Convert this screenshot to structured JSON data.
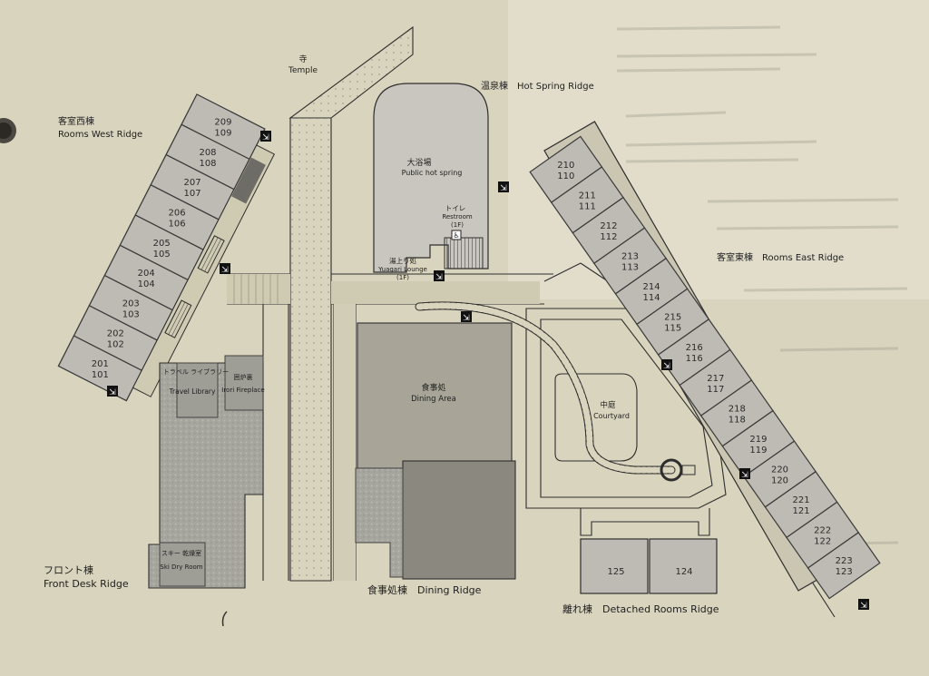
{
  "labels": {
    "temple_jp": "寺",
    "temple_en": "Temple",
    "hot_spring_ridge": "温泉棟　Hot Spring Ridge",
    "west_ridge_jp": "客室西棟",
    "west_ridge_en": "Rooms West Ridge",
    "east_ridge": "客室東棟　Rooms East Ridge",
    "public_bath_jp": "大浴場",
    "public_bath_en": "Public hot spring",
    "restroom_jp": "トイレ",
    "restroom_en": "Restroom",
    "restroom_floor": "(1F)",
    "lounge_jp": "湯上り処",
    "lounge_en": "Yuagari Lounge",
    "lounge_floor": "(1F)",
    "dining_area_jp": "食事処",
    "dining_area_en": "Dining Area",
    "courtyard_jp": "中庭",
    "courtyard_en": "Courtyard",
    "travel_library_jp": "トラベル ライブラリー",
    "travel_library_en": "Travel Library",
    "irori_jp": "囲炉裏",
    "irori_en": "Irori Fireplace",
    "ski_room_jp": "スキー 乾燥室",
    "ski_room_en": "Ski Dry Room",
    "front_desk_jp": "フロント棟",
    "front_desk_en": "Front Desk Ridge",
    "dining_ridge": "食事処棟　Dining Ridge",
    "detached_ridge": "離れ棟　Detached Rooms Ridge"
  },
  "west_rooms": [
    {
      "upper": "209",
      "lower": "109"
    },
    {
      "upper": "208",
      "lower": "108"
    },
    {
      "upper": "207",
      "lower": "107"
    },
    {
      "upper": "206",
      "lower": "106"
    },
    {
      "upper": "205",
      "lower": "105"
    },
    {
      "upper": "204",
      "lower": "104"
    },
    {
      "upper": "203",
      "lower": "103"
    },
    {
      "upper": "202",
      "lower": "102"
    },
    {
      "upper": "201",
      "lower": "101"
    }
  ],
  "east_rooms": [
    {
      "upper": "210",
      "lower": "110"
    },
    {
      "upper": "211",
      "lower": "111"
    },
    {
      "upper": "212",
      "lower": "112"
    },
    {
      "upper": "213",
      "lower": "113"
    },
    {
      "upper": "214",
      "lower": "114"
    },
    {
      "upper": "215",
      "lower": "115"
    },
    {
      "upper": "216",
      "lower": "116"
    },
    {
      "upper": "217",
      "lower": "117"
    },
    {
      "upper": "218",
      "lower": "118"
    },
    {
      "upper": "219",
      "lower": "119"
    },
    {
      "upper": "220",
      "lower": "120"
    },
    {
      "upper": "221",
      "lower": "121"
    },
    {
      "upper": "222",
      "lower": "122"
    },
    {
      "upper": "223",
      "lower": "123"
    }
  ],
  "detached_rooms": [
    {
      "number": "125"
    },
    {
      "number": "124"
    }
  ],
  "colors": {
    "paper": "#d9d4bd",
    "room": "#bdbbb4",
    "front_desk": "#aaa9a2",
    "dining": "#a8a598",
    "hot_spring": "#c8c6be"
  }
}
